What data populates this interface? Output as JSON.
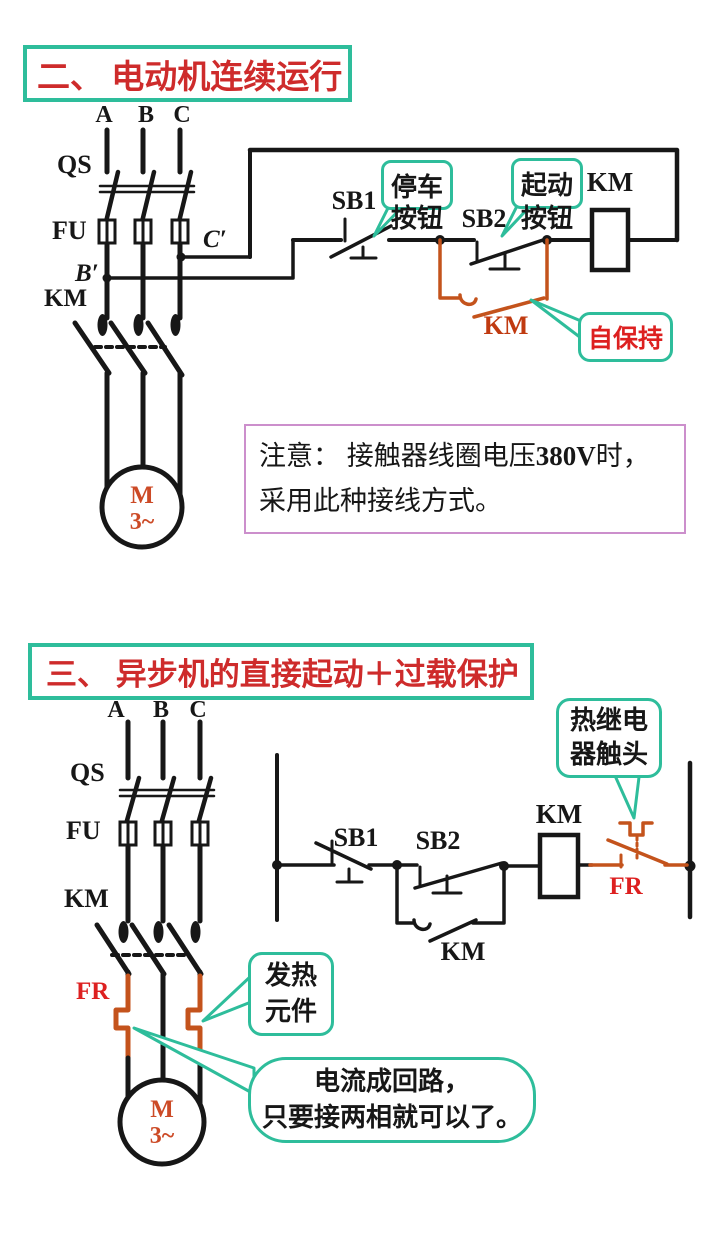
{
  "colors": {
    "accent_teal": "#2EBD9B",
    "title_red": "#CE2B2B",
    "label_red": "#DD2020",
    "wire_orange": "#C4531C",
    "note_border": "#CC8FCC"
  },
  "section1": {
    "title": "二、 电动机连续运行",
    "phase_labels": [
      "A",
      "B",
      "C"
    ],
    "labels": {
      "qs": "QS",
      "fu": "FU",
      "km_main": "KM",
      "c_prime": "C′",
      "b_prime": "B′",
      "sb1": "SB1",
      "sb2": "SB2",
      "km_coil": "KM",
      "km_aux": "KM",
      "motor_m": "M",
      "motor_3": "3~"
    },
    "callouts": {
      "stop_line1": "停车",
      "stop_line2": "按钮",
      "start_line1": "起动",
      "start_line2": "按钮",
      "self_hold": "自保持"
    },
    "note": {
      "part1": "注意： 接触器线圈电压",
      "bold": "380V",
      "part2": "时，",
      "line2": "采用此种接线方式。"
    }
  },
  "section2": {
    "title": "三、 异步机的直接起动＋过载保护",
    "phase_labels": [
      "A",
      "B",
      "C"
    ],
    "labels": {
      "qs": "QS",
      "fu": "FU",
      "km_main": "KM",
      "fr": "FR",
      "sb1": "SB1",
      "sb2": "SB2",
      "km_coil": "KM",
      "km_aux": "KM",
      "fr_contact": "FR",
      "motor_m": "M",
      "motor_3": "3~"
    },
    "callouts": {
      "thermal_line1": "热继电",
      "thermal_line2": "器触头",
      "heater_line1": "发热",
      "heater_line2": "元件",
      "loop_line1": "电流成回路，",
      "loop_line2": "只要接两相就可以了。"
    }
  }
}
